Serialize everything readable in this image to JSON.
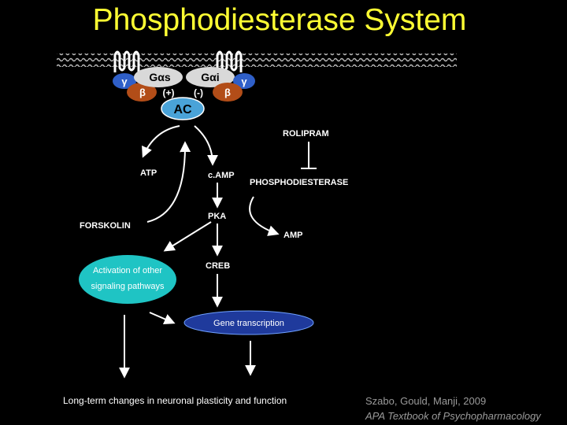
{
  "title": "Phosphodiesterase System",
  "receptor": {
    "gas": "Gαs",
    "gai": "Gαi",
    "gamma": "γ",
    "beta": "β",
    "plus": "(+)",
    "minus": "(-)",
    "ac": "AC"
  },
  "labels": {
    "rolipram": "ROLIPRAM",
    "atp": "ATP",
    "camp": "c.AMP",
    "pde": "PHOSPHODIESTERASE",
    "forskolin": "FORSKOLIN",
    "pka": "PKA",
    "amp": "AMP",
    "creb": "CREB",
    "activation_line1": "Activation of other",
    "activation_line2": "signaling pathways",
    "gene": "Gene transcription",
    "longterm": "Long-term changes in neuronal plasticity and function"
  },
  "citation": {
    "authors": "Szabo, Gould, Manji, 2009",
    "work": "APA Textbook of Psychopharmacology"
  },
  "colors": {
    "title": "#ffff33",
    "membrane": "#bdbdbd",
    "gamma": "#2f5fc8",
    "beta": "#b24d18",
    "alpha": "#d9d9d9",
    "ac": "#4aa3d8",
    "activation": "#1fc4c4",
    "gene": "#1f3a9c",
    "text": "#ffffff"
  }
}
